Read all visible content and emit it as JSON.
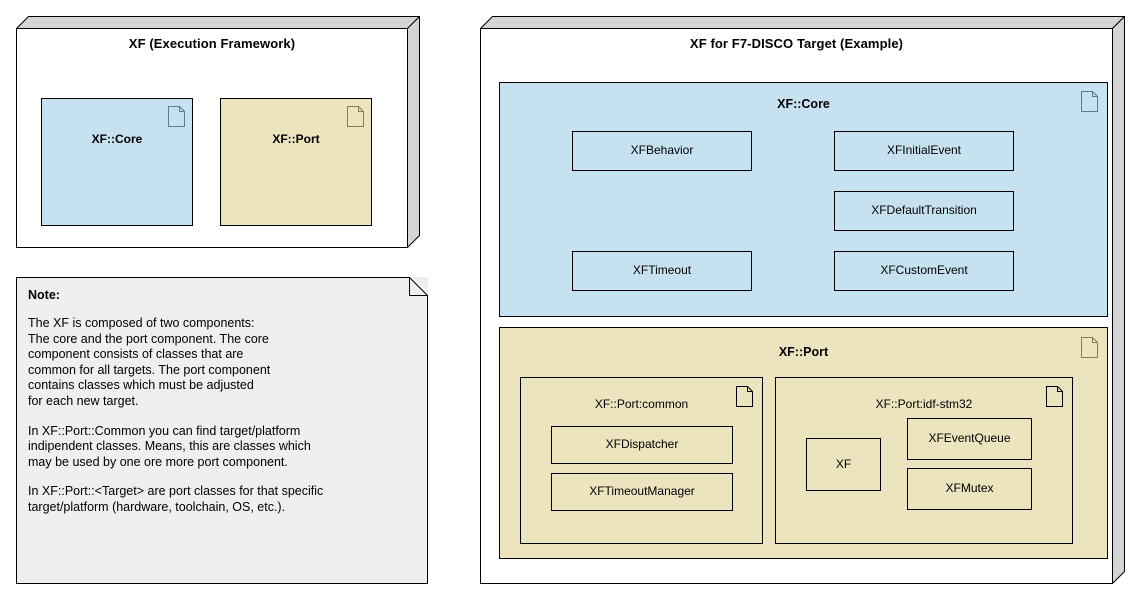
{
  "diagram": {
    "title": "XF Execution Framework Component Diagram",
    "colors": {
      "core_fill": "#c6e2f0",
      "port_fill": "#ece4bf",
      "note_fill": "#efefef",
      "bevel": "#d4d4d4",
      "outline": "#000000"
    }
  },
  "framework_panel": {
    "title": "XF (Execution Framework)",
    "components": [
      {
        "label": "XF::Core",
        "icon": "component-page-icon",
        "fill": "#c6e2f0"
      },
      {
        "label": "XF::Port",
        "icon": "component-page-icon",
        "fill": "#ece4bf"
      }
    ]
  },
  "note": {
    "title": "Note:",
    "paragraphs": [
      "The XF is composed of two components:\nThe core and the port component. The core\ncomponent consists of classes that are\ncommon for all targets. The port component\ncontains classes which must be adjusted\nfor each new target.",
      "In XF::Port::Common you can find target/platform\nindipendent classes. Means, this are classes which\nmay be used by one ore more port component.",
      "In XF::Port::<Target> are port classes for that specific\ntarget/platform (hardware, toolchain, OS, etc.)."
    ]
  },
  "target_panel": {
    "title": "XF for F7-DISCO Target (Example)",
    "core_group": {
      "label": "XF::Core",
      "icon": "component-page-icon",
      "fill": "#c6e2f0",
      "classes": [
        {
          "name": "XFBehavior"
        },
        {
          "name": "XFTimeout"
        },
        {
          "name": "XFInitialEvent"
        },
        {
          "name": "XFDefaultTransition"
        },
        {
          "name": "XFCustomEvent"
        }
      ]
    },
    "port_group": {
      "label": "XF::Port",
      "icon": "component-page-icon",
      "fill": "#ece4bf",
      "subcomponents": [
        {
          "label": "XF::Port:common",
          "icon": "component-page-icon",
          "classes": [
            {
              "name": "XFDispatcher"
            },
            {
              "name": "XFTimeoutManager"
            }
          ]
        },
        {
          "label": "XF::Port:idf-stm32",
          "icon": "component-page-icon",
          "classes": [
            {
              "name": "XF"
            },
            {
              "name": "XFEventQueue"
            },
            {
              "name": "XFMutex"
            }
          ]
        }
      ]
    }
  }
}
